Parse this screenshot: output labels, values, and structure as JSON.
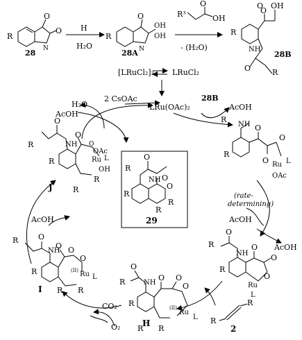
{
  "top_row": {
    "isatin_label": "28",
    "h_plus": "H",
    "water": "H₂O",
    "diol_label": "28A",
    "reagent_r3": "R³",
    "minus_water": "- (H₂O)",
    "acid_label": "28B"
  },
  "catalyst": {
    "dimer": "[LRuCl₂]₂",
    "monomer": "LRuCl₂",
    "csoac": "2 CsOAc",
    "acetate": "LRu(OAc)₂",
    "in_28b": "28B",
    "acoh_out": "AcOH"
  },
  "cycle": {
    "h2o_out": "H₂O",
    "acoh_in": "AcOH",
    "j_label": "J",
    "product_label": "29",
    "acoh_in2": "AcOH",
    "rate_line1": "(rate-",
    "rate_line2": "determining)",
    "acoh_right_in": "AcOH",
    "acoh_right_out": "AcOH",
    "i_label": "I",
    "h_label": "H",
    "co2": "CO₂",
    "o2": "O₂",
    "alkyne_label": "2"
  },
  "atoms": {
    "O": "O",
    "OH": "OH",
    "NH": "NH",
    "N": "N",
    "H": "H",
    "R": "R",
    "R1": "R",
    "R2": "R",
    "R3": "R",
    "OAc": "OAc",
    "Ru": "Ru",
    "L": "L",
    "ox": "(II)"
  }
}
